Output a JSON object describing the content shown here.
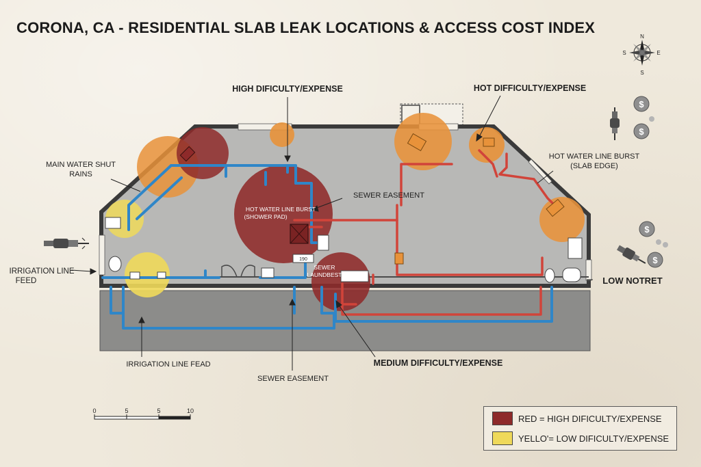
{
  "title": "CORONA, CA - RESIDENTIAL SLAB LEAK LOCATIONS & ACCESS COST INDEX",
  "compass": {
    "n": "N",
    "s": "S",
    "e": "E",
    "w": "S"
  },
  "labels": {
    "high_difficulty": "HIGH DIFICULTY/EXPENSE",
    "hot_difficulty": "HOT DIFFICULTY/EXPENSE",
    "main_water_shut_1": "MAIN WATER SHUT",
    "main_water_shut_2": "RAINS",
    "hot_water_burst_edge_1": "HOT WATER LINE BURST",
    "hot_water_burst_edge_2": "(SLAB EDGE)",
    "sewer_easement_top": "SEWER EASEMENT",
    "hot_water_burst_shower_1": "HOT WATER LINE BURST",
    "hot_water_burst_shower_2": "(SHOWER PAD)",
    "sewer_laundry_1": "SEWER",
    "sewer_laundry_2": "LAUNDBEST",
    "irrigation_feed_left_1": "IRRIGATION LINE",
    "irrigation_feed_left_2": "FEED",
    "low_note": "LOW NOTRET",
    "irrigation_feed_bottom": "IRRIGATION LINE FEAD",
    "sewer_easement_bottom": "SEWER EASEMENT",
    "medium_difficulty": "MEDIUM DIFFICULTY/EXPENSE",
    "fixture_code": "190"
  },
  "scale_bar": {
    "ticks": [
      "0",
      "5",
      "5",
      "10"
    ]
  },
  "legend": [
    {
      "color": "#8e2a2a",
      "label": "RED = HIGH DIFICULTY/EXPENSE"
    },
    {
      "color": "#efd95a",
      "label": "YELLO'= LOW DIFICULTY/EXPENSE"
    }
  ],
  "colors": {
    "high": "#8e2a2a",
    "medium_orange": "#e8923a",
    "low_yellow": "#efd95a",
    "cold_pipe": "#2f86c8",
    "hot_pipe": "#d1443a",
    "slab": "#b7b7b5",
    "wall": "#3a3a3a"
  },
  "icons": [
    "compass-rose-icon",
    "jackhammer-icon",
    "dollar-coin-icon"
  ]
}
